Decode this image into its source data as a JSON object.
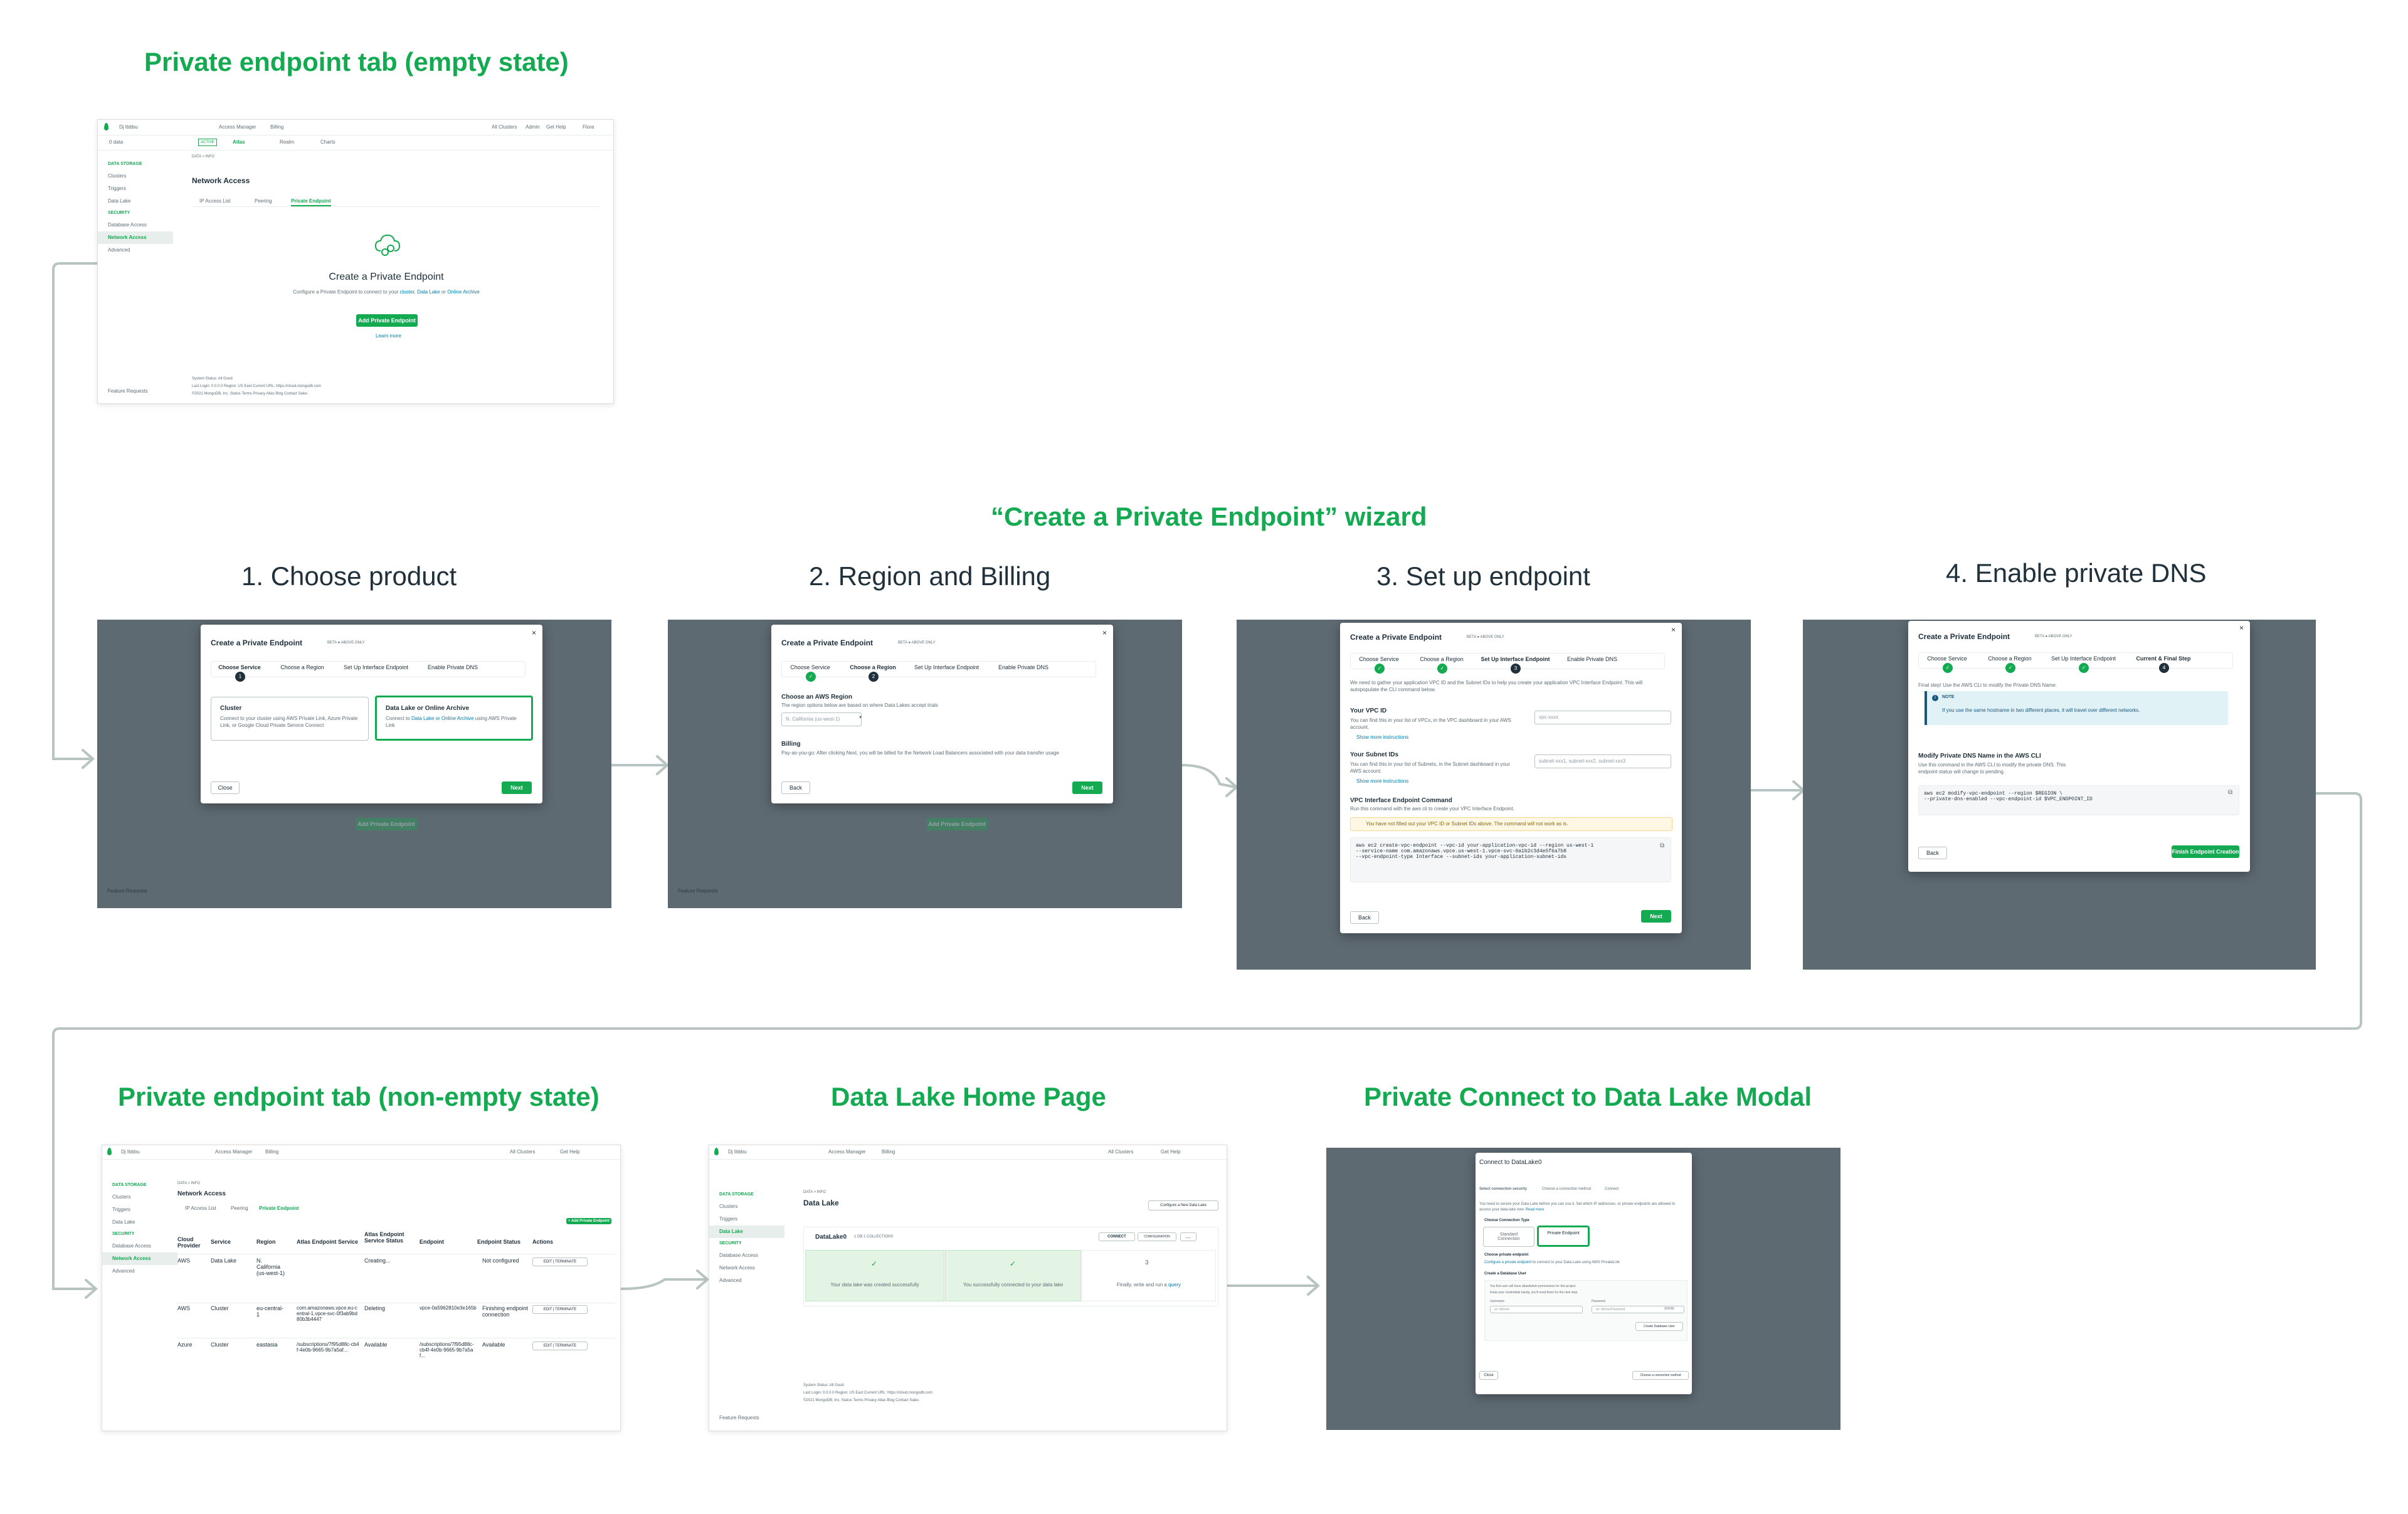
{
  "titles": {
    "empty_state": "Private endpoint tab (empty state)",
    "wizard": "“Create a Private Endpoint” wizard",
    "step1": "1. Choose product",
    "step2": "2. Region and Billing",
    "step3": "3. Set up endpoint",
    "step4": "4. Enable private DNS",
    "non_empty": "Private endpoint tab (non-empty state)",
    "data_lake_home": "Data Lake Home Page",
    "connect_modal": "Private Connect to Data Lake Modal"
  },
  "app": {
    "org": "Dj Ibbbu",
    "project": "0 data",
    "access_manager": "Access Manager",
    "billing": "Billing",
    "all_clusters": "All Clusters",
    "admin": "Admin",
    "get_help": "Get Help",
    "user": "Flora",
    "tab_atlas": "Atlas",
    "tab_realm": "Realm",
    "tab_charts": "Charts",
    "active_badge": "ACTIVE"
  },
  "sidebar": {
    "data_storage_head": "DATA STORAGE",
    "clusters": "Clusters",
    "triggers": "Triggers",
    "data_lake": "Data Lake",
    "security_head": "SECURITY",
    "database_access": "Database Access",
    "network_access": "Network Access",
    "advanced": "Advanced",
    "feature_requests": "Feature Requests"
  },
  "network_access": {
    "breadcrumb": "DATA > INFO",
    "title": "Network Access",
    "tab_ip": "IP Access List",
    "tab_peering": "Peering",
    "tab_private": "Private Endpoint",
    "empty_title": "Create a Private Endpoint",
    "empty_desc_pre": "Configure a Private Endpoint to connect to your",
    "empty_desc_cluster": "cluster",
    "empty_desc_lake": "Data Lake",
    "empty_desc_or": "or",
    "empty_desc_archive": "Online Archive",
    "add_button": "Add Private Endpoint",
    "learn_more": "Learn more",
    "footer_status": "System Status: All Good",
    "footer_meta": "Last Login: 0.0.0.0   Region: US East   Current URL: https://cloud.mongodb.com",
    "footer_copyright": "©2021 MongoDB, Inc.   Status   Terms   Privacy   Atlas Blog   Contact Sales"
  },
  "wizard": {
    "title": "Create a Private Endpoint",
    "badge": "BETA ● ABOVE ONLY",
    "steps": [
      "Choose Service",
      "Choose a Region",
      "Set Up Interface Endpoint",
      "Enable Private DNS"
    ],
    "step4_alt": "Current & Final Step",
    "step1": {
      "cluster_title": "Cluster",
      "cluster_desc": "Connect to your cluster using AWS Private Link, Azure Private Link, or Google Cloud Private Service Connect",
      "lake_title": "Data Lake or Online Archive",
      "lake_desc_pre": "Connect to",
      "lake_desc_link": "Data Lake or Online Archive",
      "lake_desc_post": "using AWS Private Link",
      "close": "Close",
      "next": "Next"
    },
    "step2": {
      "region_label": "Choose an AWS Region",
      "region_help": "The region options below are based on where Data Lakes accept trials",
      "region_value": "N. California (us-west-1)",
      "billing_label": "Billing",
      "billing_help": "Pay-as-you-go: After clicking Next, you will be billed for the Network Load Balancers associated with your data transfer usage",
      "back": "Back",
      "next": "Next"
    },
    "step3": {
      "intro": "We need to gather your application VPC ID and the Subnet IDs to help you create your application VPC Interface Endpoint. This will autopopulate the CLI command below.",
      "vpc_label": "Your VPC ID",
      "vpc_help": "You can find this in your list of VPCs, in the VPC dashboard in your AWS account.",
      "vpc_placeholder": "vpc-xxxx",
      "show_more": "Show more instructions",
      "subnet_label": "Your Subnet IDs",
      "subnet_help": "You can find this in your list of Subnets, in the Subnet dashboard in your AWS account.",
      "subnet_placeholder": "subnet-xxx1, subnet-xxx2, subnet-xxx3",
      "cmd_label": "VPC Interface Endpoint Command",
      "cmd_help": "Run this command with the aws cli to create your VPC Interface Endpoint.",
      "warning": "You have not filled out your VPC ID or Subnet IDs above. The command will not work as is.",
      "command": "aws ec2 create-vpc-endpoint --vpc-id your-application-vpc-id --region us-west-1\n--service-name com.amazonaws.vpce.us-west-1.vpce-svc-0a1b2c3d4e5f6a7b8\n--vpc-endpoint-type Interface --subnet-ids your-application-subnet-ids",
      "back": "Back",
      "next": "Next"
    },
    "step4": {
      "intro": "Final step! Use the AWS CLI to modify the Private DNS Name.",
      "note_label": "NOTE",
      "note_text": "If you use the same hostname in two different places, it will travel over different networks.",
      "modify_label": "Modify Private DNS Name in the AWS CLI",
      "modify_help": "Use this command in the AWS CLI to modify the private DNS. This endpoint status will change to pending.",
      "command": "aws ec2 modify-vpc-endpoint --region $REGION \\\n--private-dns-enabled --vpc-endpoint-id $VPC_ENDPOINT_ID",
      "back": "Back",
      "finish": "Finish Endpoint Creation"
    }
  },
  "non_empty": {
    "add_button": "+ Add Private Endpoint",
    "headers": [
      "Cloud Provider",
      "Service",
      "Region",
      "Atlas Endpoint Service",
      "Atlas Endpoint Service Status",
      "Endpoint",
      "Endpoint Status",
      "Actions"
    ],
    "rows": [
      [
        "AWS",
        "Data Lake",
        "N. California (us-west-1)",
        "",
        "Creating...",
        "",
        "Not configured",
        "EDIT | TERMINATE"
      ],
      [
        "AWS",
        "Cluster",
        "eu-central-1",
        "com.amazonaws.vpce.eu-central-1.vpce-svc-0f3ab9bd80b3b4447",
        "Deleting",
        "vpce-0a5962810e3e165b",
        "Finishing endpoint connection",
        "EDIT | TERMINATE"
      ],
      [
        "Azure",
        "Cluster",
        "eastasia",
        "/subscriptions/7f95d88c-cb4f-4e0b-9665-9b7a5af...",
        "Available",
        "/subscriptions/7f95d88c-cb4f-4e0b-9665-9b7a5af...",
        "Available",
        "EDIT | TERMINATE"
      ]
    ]
  },
  "data_lake_home": {
    "breadcrumb": "DATA > INFO",
    "title": "Data Lake",
    "configure_button": "Configure a New Data Lake",
    "lake_name": "DataLake0",
    "lake_meta": "1 DB   1 COLLECTIONS",
    "connect": "CONNECT",
    "configuration": "CONFIGURATION",
    "more": "...",
    "card1": "Your data lake was created successfully",
    "card2": "You successfully connected to your data lake",
    "card3_pre": "Finally, write and run a",
    "card3_link": "query",
    "card3_num": "3"
  },
  "connect_modal": {
    "title": "Connect to DataLake0",
    "tabs": [
      "Select connection security",
      "Choose a connection method",
      "Connect"
    ],
    "intro": "You need to secure your Data Lake before you can use it. Set which IP addresses, or private endpoints are allowed to access your data lake now.",
    "read_more": "Read more",
    "step1": "Choose Connection Type",
    "opt_standard": "Standard Connection",
    "opt_private": "Private Endpoint",
    "step2": "Choose private endpoint",
    "configure_link": "Configure a private endpoint",
    "configure_rest": "to connect to your Data Lake using AWS PrivateLink",
    "step3": "Create a Database User",
    "user_note": "You first user will have atlasAdmin permissions for this project.",
    "user_note2": "Keep your credentials handy, you'll need them for the next step.",
    "username_label": "Username",
    "password_label": "Password",
    "username_ph": "ex: dbUser",
    "password_ph": "ex: dbUserPassword",
    "show": "SHOW",
    "create_user": "Create Database User",
    "close": "Close",
    "choose_method": "Choose a connection method"
  },
  "colors": {
    "brand_green": "#13aa52",
    "text_dark": "#21313c",
    "overlay": "#5e6a72",
    "arrow": "#b8c4c2"
  },
  "icons": [
    "leaf-icon",
    "cloud-link-icon",
    "close-icon",
    "check-icon",
    "copy-icon",
    "info-icon",
    "arrow-icon"
  ]
}
